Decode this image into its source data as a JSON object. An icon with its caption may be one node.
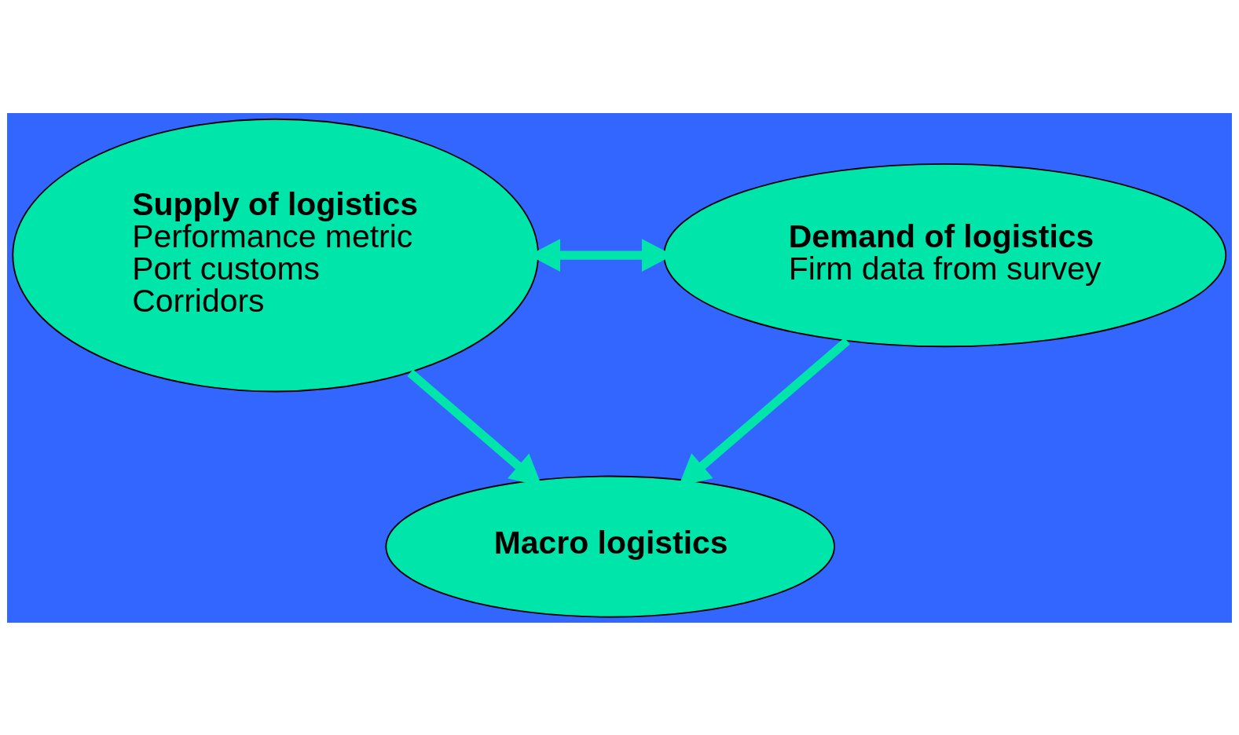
{
  "diagram": {
    "nodes": [
      {
        "text": [
          "Supply of logistics",
          "Performance metric",
          "Port customs",
          "Corridors"
        ]
      },
      {
        "text": [
          "Demand of logistics",
          "Firm data from survey"
        ]
      },
      {
        "text": [
          "Macro logistics"
        ]
      }
    ],
    "edges": [
      {
        "from": 0,
        "to": 1,
        "arrow": "both"
      },
      {
        "from": 0,
        "to": 2,
        "arrow": "to"
      },
      {
        "from": 1,
        "to": 2,
        "arrow": "to"
      }
    ]
  }
}
